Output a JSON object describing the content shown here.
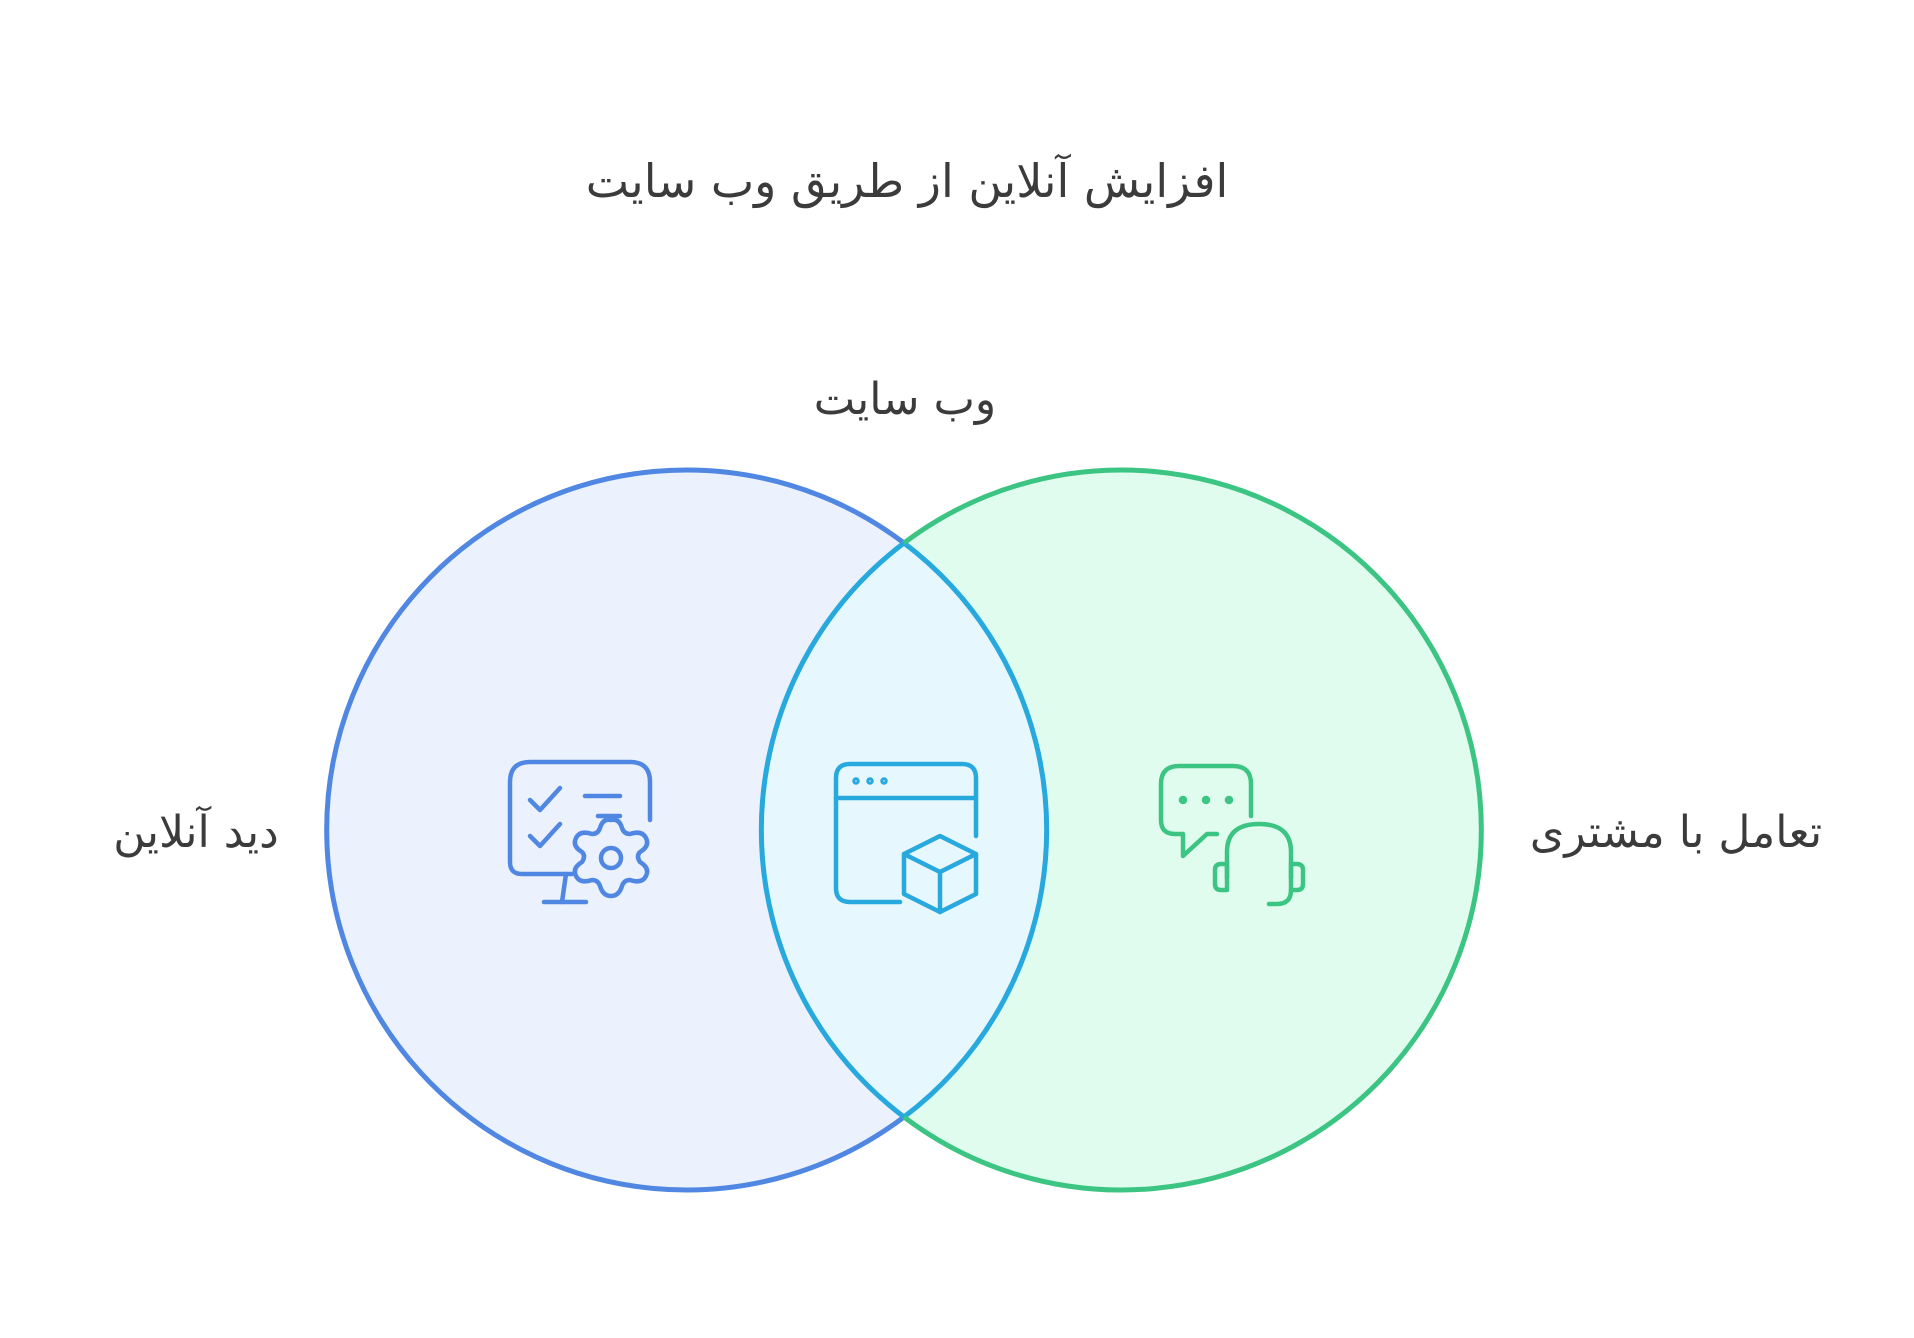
{
  "title": "افزایش آنلاین از طریق وب سایت",
  "sets": {
    "left": {
      "label": "دید آنلاین",
      "icon": "monitor-settings-checklist-icon",
      "stroke_color": "#4F87E2",
      "fill_color": "#EBF2FD"
    },
    "right": {
      "label": "تعامل با مشتری",
      "icon": "chat-headset-support-icon",
      "stroke_color": "#3CC482",
      "fill_color": "#E0FCEF"
    },
    "intersection": {
      "label": "وب سایت",
      "icon": "browser-window-box-icon",
      "stroke_color": "#27A9DD",
      "fill_color": "#E6F7FE"
    }
  }
}
